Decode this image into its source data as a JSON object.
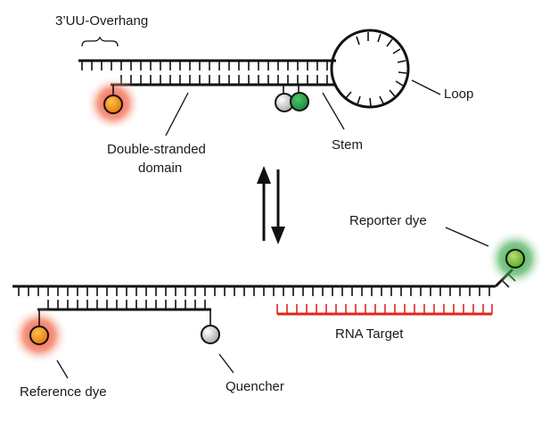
{
  "labels": {
    "overhang": "3’UU-Overhang",
    "loop": "Loop",
    "double_stranded_line1": "Double-stranded",
    "double_stranded_line2": "domain",
    "stem": "Stem",
    "reporter_dye": "Reporter dye",
    "rna_target": "RNA Target",
    "reference_dye": "Reference dye",
    "quencher": "Quencher"
  },
  "colors": {
    "strand": "#111111",
    "rna_target": "#e0261f",
    "reference_dye": "#f28c1a",
    "reference_glow": "#f0382a",
    "reporter_dye": "#2e9b45",
    "reporter_free": "#7ac142",
    "reporter_glow": "#1e9e3a",
    "quencher": "#d9d9d9"
  },
  "icons": {
    "equilibrium": "equilibrium-arrows-icon",
    "overhang_brace": "curly-brace-icon"
  }
}
